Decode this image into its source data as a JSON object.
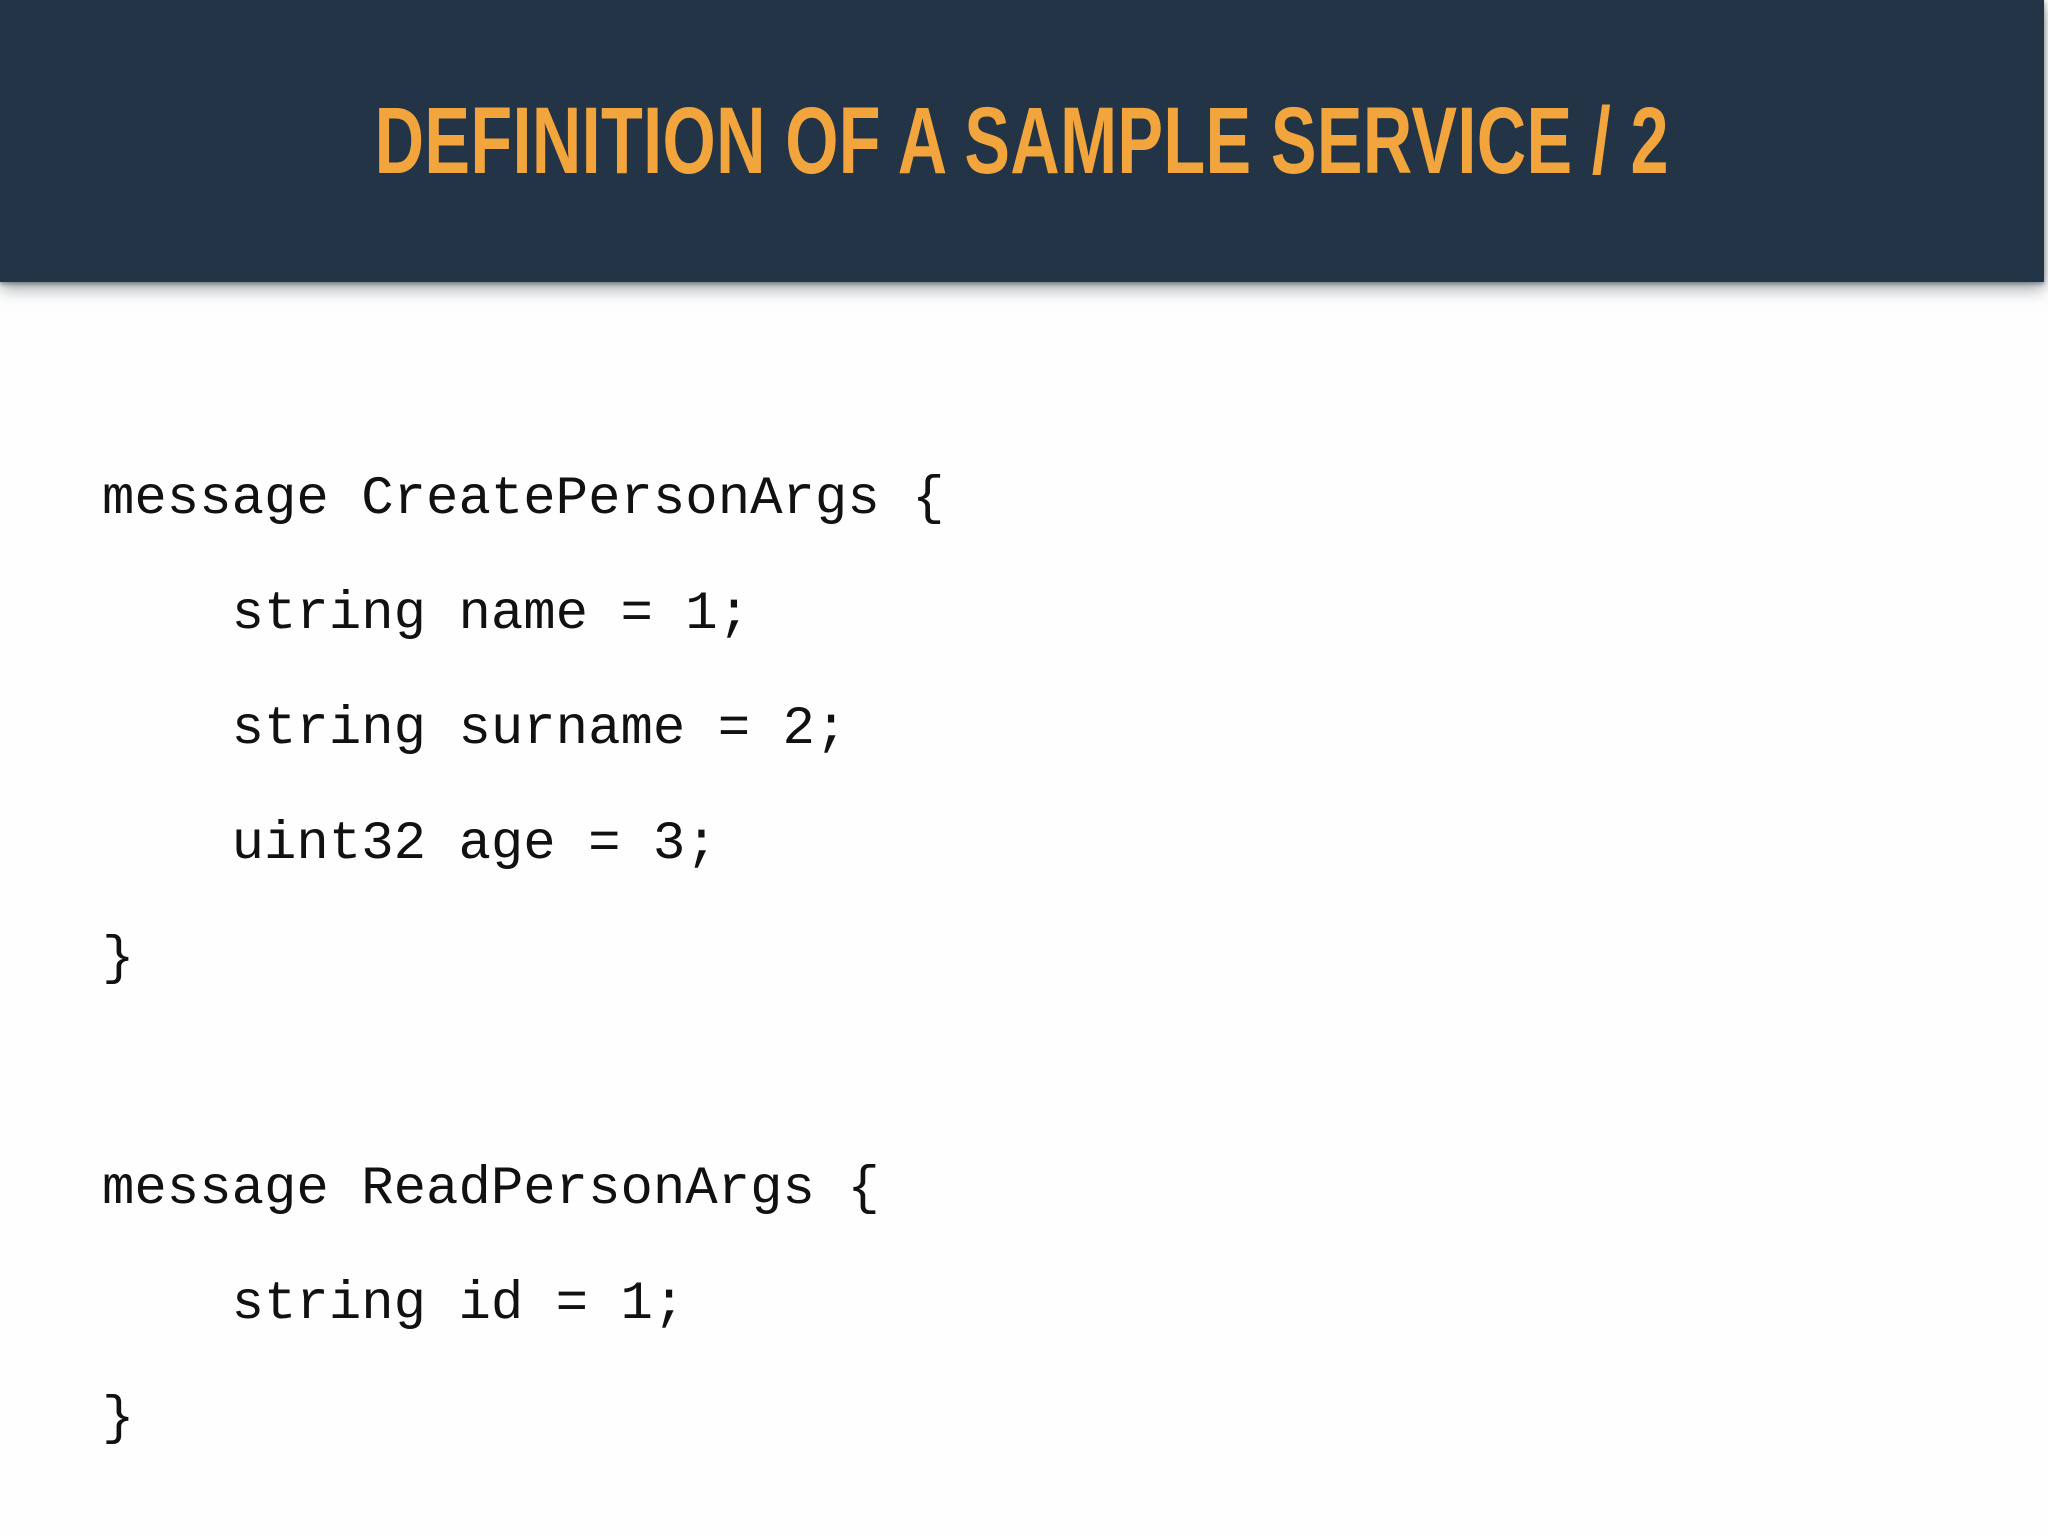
{
  "slide": {
    "title": "DEFINITION OF A SAMPLE SERVICE / 2"
  },
  "code": {
    "lines": [
      "message CreatePersonArgs {",
      "    string name = 1;",
      "    string surname = 2;",
      "    uint32 age = 3;",
      "}",
      "",
      "message ReadPersonArgs {",
      "    string id = 1;",
      "}"
    ]
  },
  "colors": {
    "header_bg": "#233447",
    "title_color": "#F1A53C",
    "code_color": "#111111",
    "body_bg": "#FEFEFE"
  }
}
